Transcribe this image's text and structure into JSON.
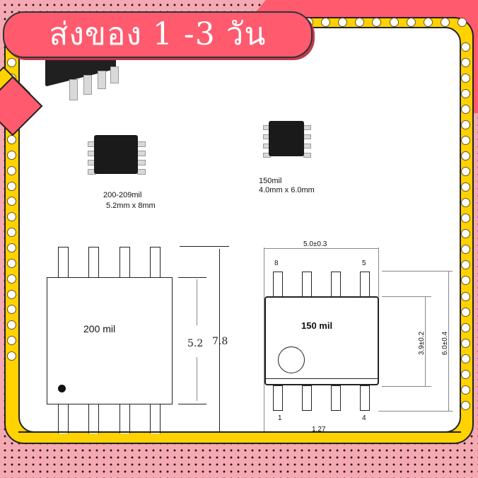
{
  "banner": {
    "text": "ส่งของ 1 -3 วัน",
    "background_color": "#ff5a6e",
    "text_color": "#ffffff"
  },
  "frame": {
    "border_color": "#ffd200",
    "background_pattern_color": "#f4a9b3",
    "accent_color": "#ff5a6e"
  },
  "photos": {
    "chip_200mil": {
      "caption_line1": "200-209mil",
      "caption_line2": "5.2mm x 8mm"
    },
    "chip_150mil": {
      "caption_line1": "150mil",
      "caption_line2": "4.0mm x 6.0mm"
    }
  },
  "drawing_200mil": {
    "label": "200 mil",
    "dim_body": "5.2",
    "dim_total": "7.8"
  },
  "drawing_150mil": {
    "label": "150 mil",
    "dim_width": "5.0±0.3",
    "dim_body": "3.9±0.2",
    "dim_total": "6.0±0.4",
    "pin_top_left": "8",
    "pin_top_right": "5",
    "pin_bottom_left": "1",
    "pin_bottom_right": "4",
    "pitch": "1.27"
  }
}
